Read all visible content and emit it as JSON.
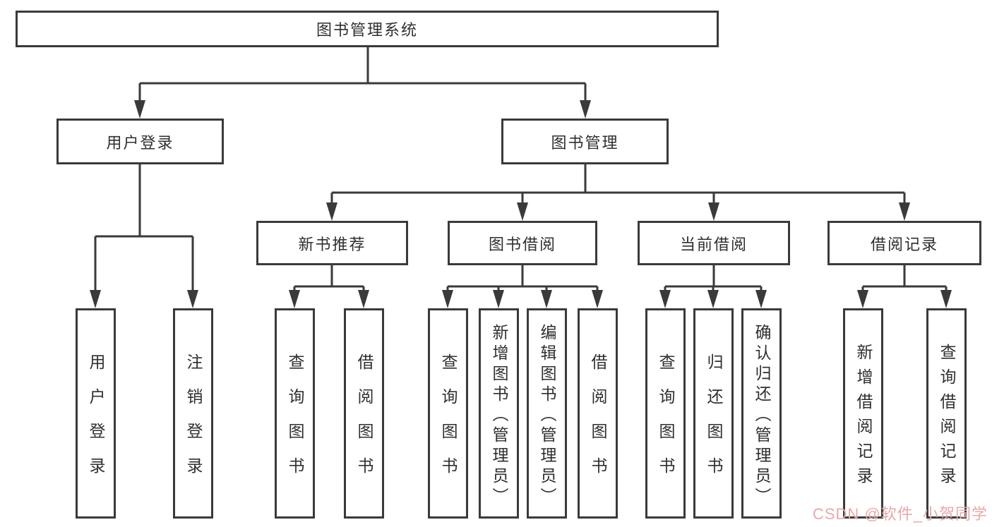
{
  "diagram": {
    "title": "图书管理系统",
    "nodes": {
      "root": "图书管理系统",
      "login": "用户登录",
      "manage": "图书管理",
      "login_user": "用户登录",
      "login_logout": "注销登录",
      "recommend": "新书推荐",
      "borrow": "图书借阅",
      "current": "当前借阅",
      "records": "借阅记录",
      "rec_query": "查询图书",
      "rec_borrow": "借阅图书",
      "bor_query": "查询图书",
      "bor_add": "新增图书（管理员）",
      "bor_edit": "编辑图书（管理员）",
      "bor_borrow": "借阅图书",
      "cur_query": "查询图书",
      "cur_return": "归还图书",
      "cur_confirm": "确认归还（管理员）",
      "recd_add": "新增借阅记录",
      "recd_query": "查询借阅记录"
    },
    "hierarchy": {
      "图书管理系统": {
        "用户登录": [
          "用户登录",
          "注销登录"
        ],
        "图书管理": {
          "新书推荐": [
            "查询图书",
            "借阅图书"
          ],
          "图书借阅": [
            "查询图书",
            "新增图书（管理员）",
            "编辑图书（管理员）",
            "借阅图书"
          ],
          "当前借阅": [
            "查询图书",
            "归还图书",
            "确认归还（管理员）"
          ],
          "借阅记录": [
            "新增借阅记录",
            "查询借阅记录"
          ]
        }
      }
    }
  },
  "watermark": {
    "text": "CSDN @软件_小贺同学",
    "color": "#e8a9a9"
  },
  "colors": {
    "line": "#3a3a3a",
    "text": "#2f2f2f",
    "background": "#ffffff"
  }
}
